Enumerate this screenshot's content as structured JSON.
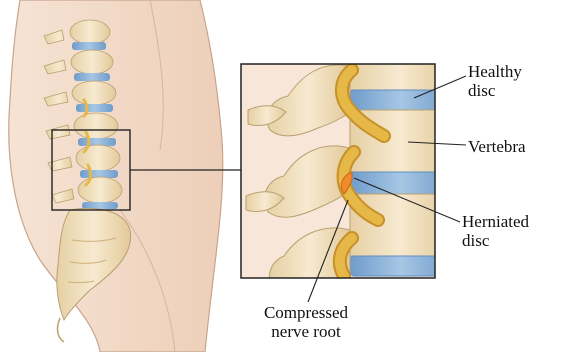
{
  "labels": {
    "healthy_disc": "Healthy\ndisc",
    "vertebra": "Vertebra",
    "herniated_disc": "Herniated\ndisc",
    "compressed_nerve_root": "Compressed\nnerve root"
  },
  "colors": {
    "skin": "#f3dccb",
    "skin_outline": "#c9a48b",
    "bone": "#f1dfb8",
    "bone_shade": "#d8bf8f",
    "disc": "#8fb3d6",
    "disc_dark": "#5f8fbf",
    "nerve": "#e6b847",
    "nerve_dark": "#c8902a",
    "herniation": "#f08a2a",
    "frame": "#333333"
  }
}
